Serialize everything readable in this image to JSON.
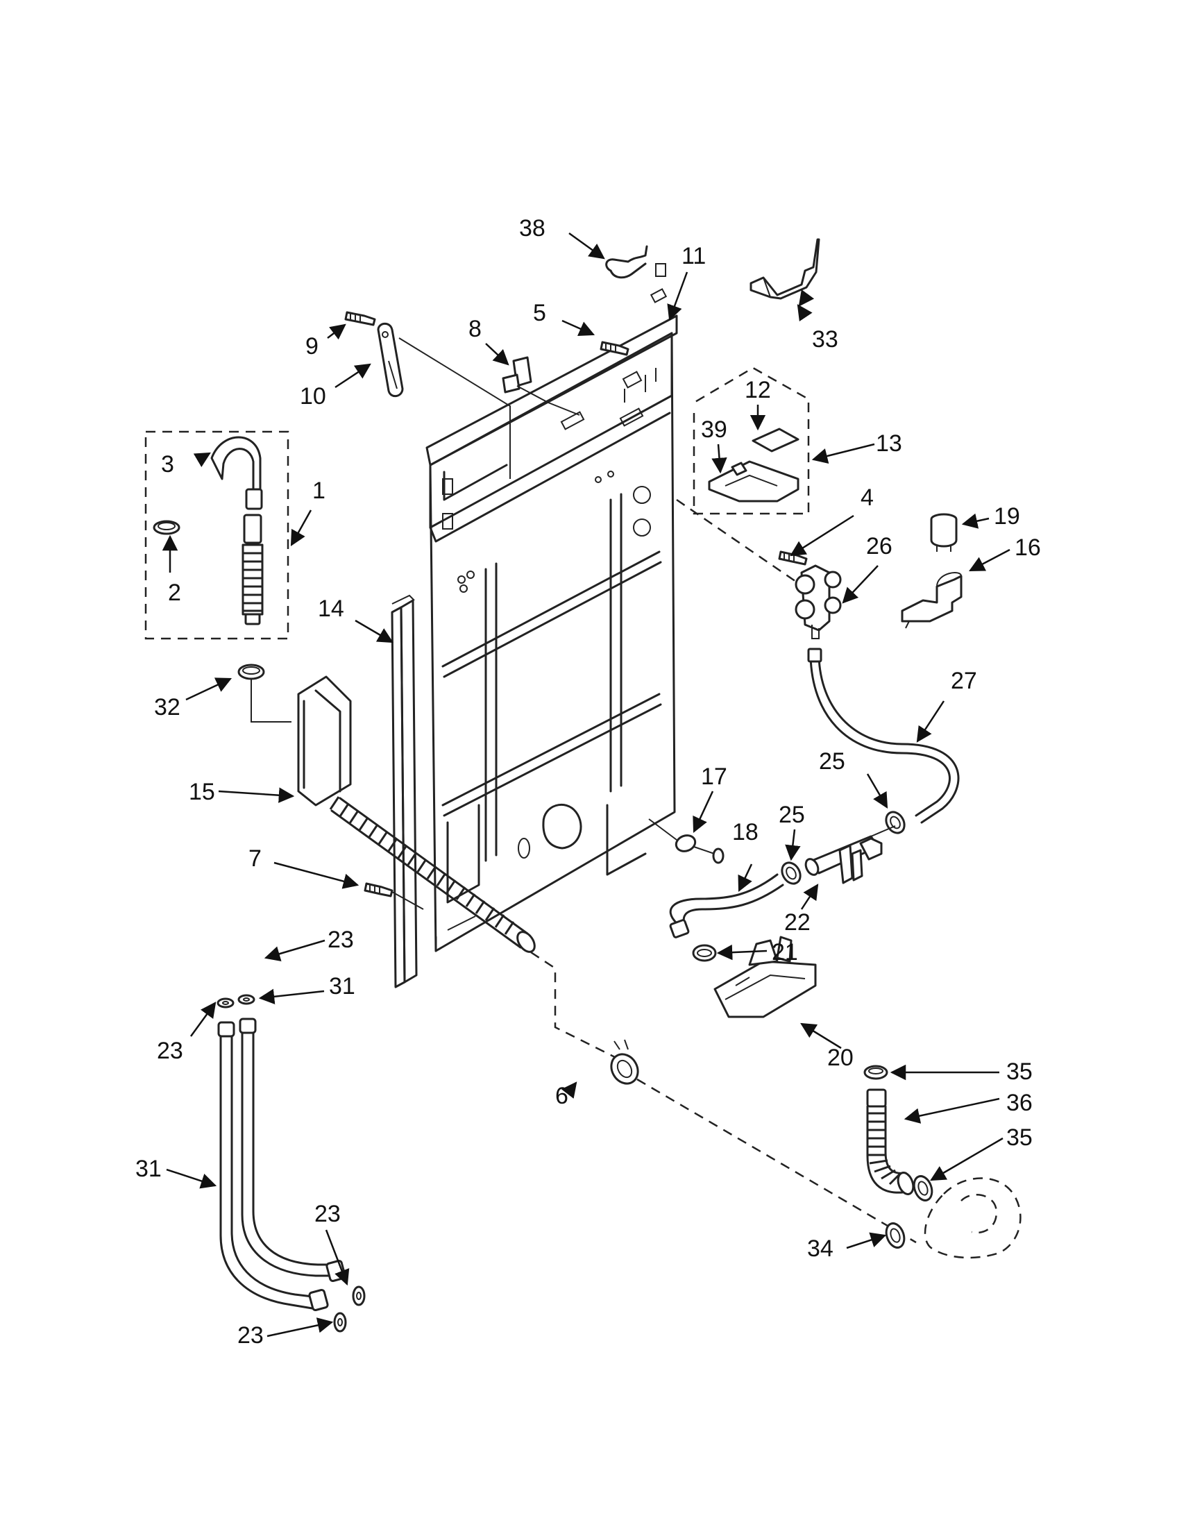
{
  "callouts": {
    "c1": "1",
    "c2": "2",
    "c3": "3",
    "c4": "4",
    "c5": "5",
    "c6": "6",
    "c7": "7",
    "c8": "8",
    "c9": "9",
    "c10": "10",
    "c11": "11",
    "c12": "12",
    "c13": "13",
    "c14": "14",
    "c15": "15",
    "c16": "16",
    "c17": "17",
    "c18": "18",
    "c19": "19",
    "c20": "20",
    "c21": "21",
    "c22": "22",
    "c23a": "23",
    "c23b": "23",
    "c23c": "23",
    "c23d": "23",
    "c25a": "25",
    "c25b": "25",
    "c26": "26",
    "c27": "27",
    "c31a": "31",
    "c31b": "31",
    "c32": "32",
    "c33": "33",
    "c34": "34",
    "c35a": "35",
    "c35b": "35",
    "c36": "36",
    "c38": "38",
    "c39": "39"
  }
}
